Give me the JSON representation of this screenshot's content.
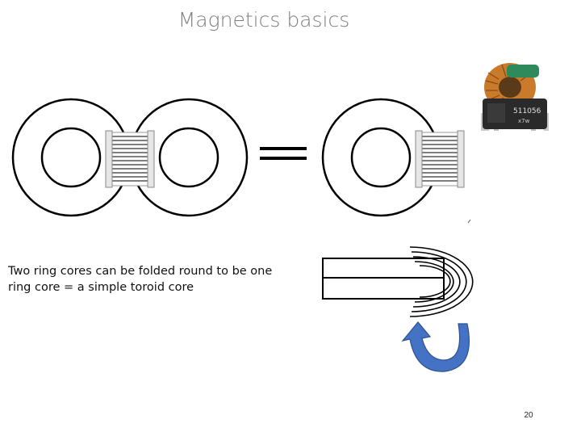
{
  "slide": {
    "title": "Magnetics basics",
    "caption": "Two ring cores can be folded round to be one ring core = a simple toroid core",
    "page_number": "20"
  },
  "photo": {
    "marking_line1": "511056",
    "marking_line2": "x7ᴡ"
  },
  "colors": {
    "title": "#7f7f7f",
    "ring": "#000000",
    "arrow_fill": "#4472c4",
    "arrow_stroke": "#2f528f",
    "copper": "#c97a2b"
  }
}
